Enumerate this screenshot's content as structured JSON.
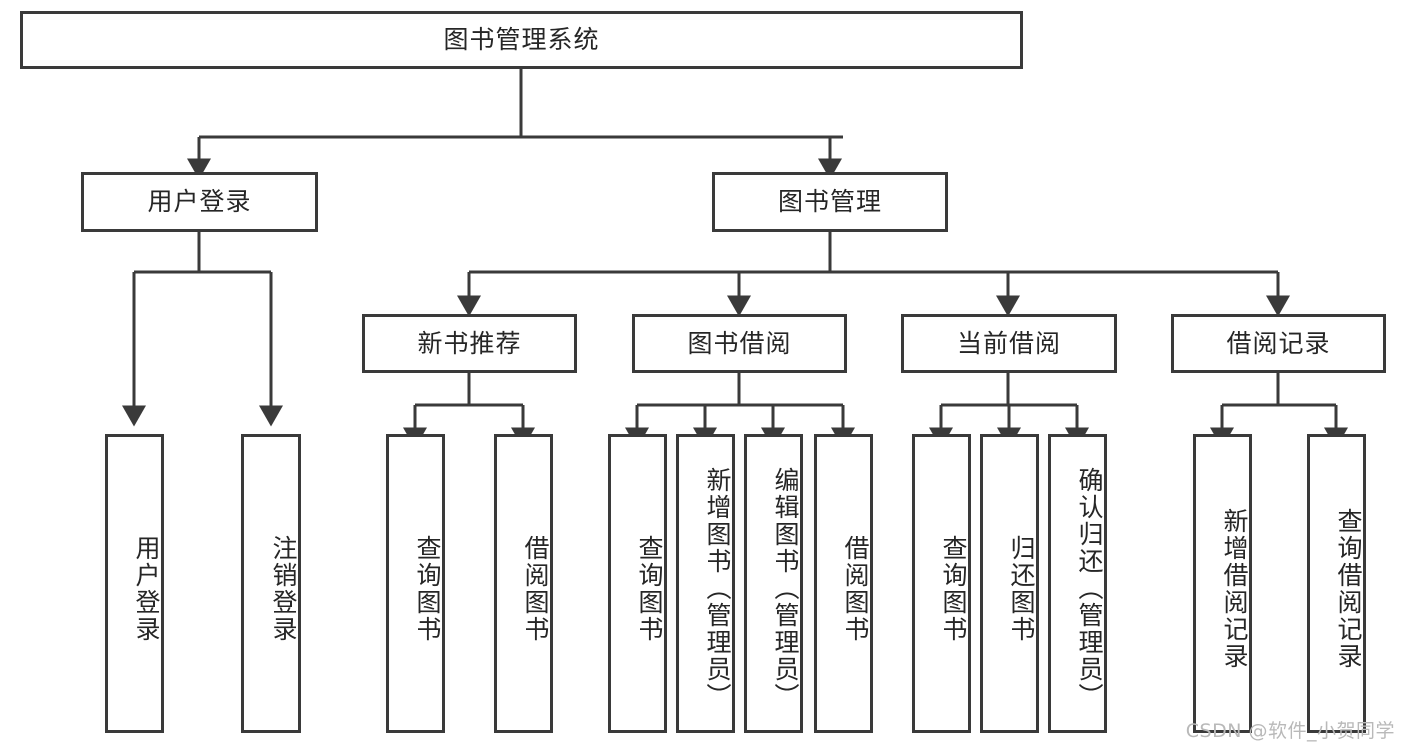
{
  "diagram": {
    "title": "图书管理系统",
    "type": "tree-hierarchy-diagram",
    "root": {
      "label": "图书管理系统"
    },
    "level1": [
      {
        "label": "用户登录"
      },
      {
        "label": "图书管理"
      }
    ],
    "level2": [
      {
        "label": "新书推荐"
      },
      {
        "label": "图书借阅"
      },
      {
        "label": "当前借阅"
      },
      {
        "label": "借阅记录"
      }
    ],
    "leaves_user_login": [
      {
        "label": "用户登录"
      },
      {
        "label": "注销登录"
      }
    ],
    "leaves_new_book": [
      {
        "label": "查询图书"
      },
      {
        "label": "借阅图书"
      }
    ],
    "leaves_borrow": [
      {
        "label": "查询图书"
      },
      {
        "label": "新增图书（管理员）"
      },
      {
        "label": "编辑图书（管理员）"
      },
      {
        "label": "借阅图书"
      }
    ],
    "leaves_current": [
      {
        "label": "查询图书"
      },
      {
        "label": "归还图书"
      },
      {
        "label": "确认归还（管理员）"
      }
    ],
    "leaves_records": [
      {
        "label": "新增借阅记录"
      },
      {
        "label": "查询借阅记录"
      }
    ]
  },
  "watermark": {
    "text": "CSDN @软件_小贺同学"
  },
  "colors": {
    "border": "#3a3a3a",
    "text": "#262626",
    "background": "#ffffff",
    "watermark": "#b9b9b9"
  }
}
